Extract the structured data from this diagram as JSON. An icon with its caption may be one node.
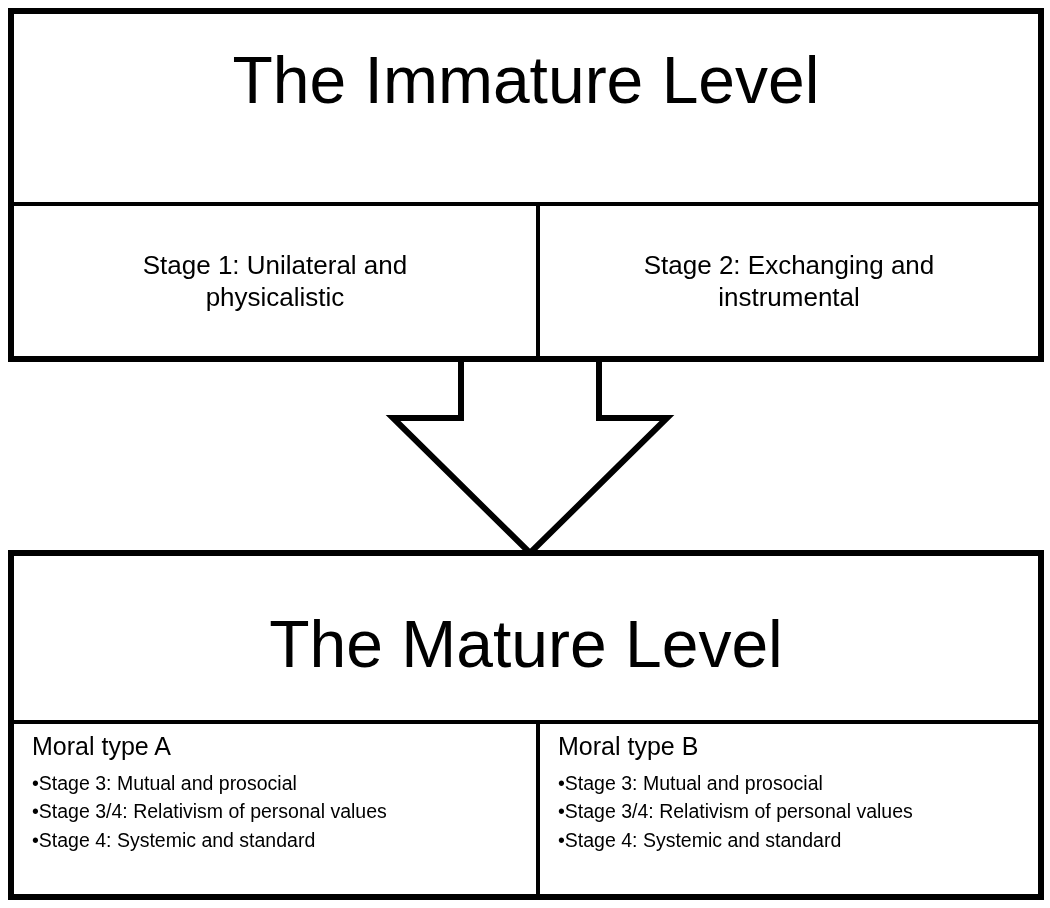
{
  "diagram": {
    "nodes": [
      {
        "text": [
          "The Immature Level"
        ]
      },
      {
        "text": [
          "Stage 1: Unilateral and physicalistic"
        ],
        "in": 0
      },
      {
        "text": [
          "Stage 2: Exchanging and instrumental"
        ],
        "in": 0
      },
      {
        "text": [
          "The Mature Level"
        ]
      },
      {
        "text": [
          "Moral type A",
          "•Stage 3: Mutual and prosocial",
          "•Stage 3/4: Relativism of personal values",
          "•Stage 4: Systemic and standard"
        ],
        "in": 3
      },
      {
        "text": [
          "Moral type B",
          "•Stage 3: Mutual and prosocial",
          "•Stage 3/4: Relativism of personal values",
          "•Stage 4: Systemic and standard"
        ],
        "in": 3
      }
    ],
    "edges": [
      {
        "from": 0,
        "to": 3,
        "arrow": "to"
      }
    ]
  }
}
